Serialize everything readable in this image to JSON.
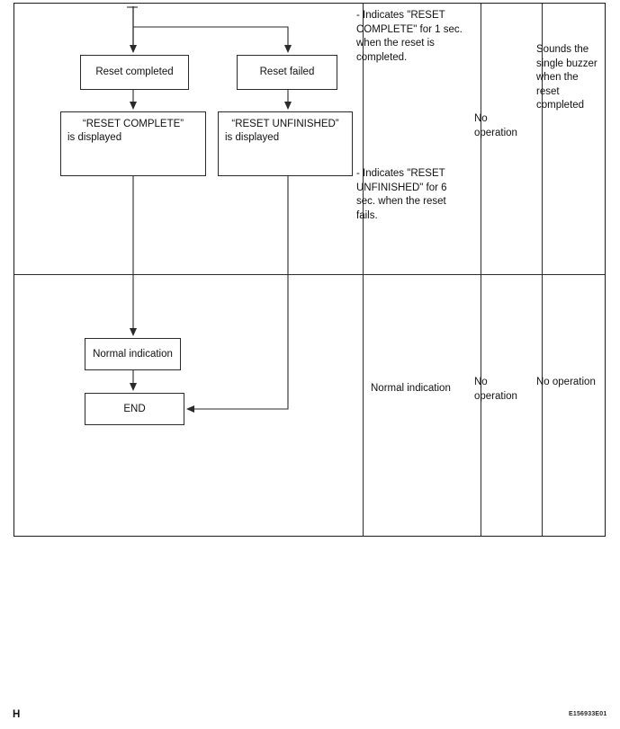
{
  "document": {
    "footer_left_marker": "H",
    "footer_code": "E156933E01"
  },
  "table": {
    "columns": [
      {
        "name": "flowchart",
        "label": ""
      },
      {
        "name": "display",
        "label": ""
      },
      {
        "name": "operation",
        "label": ""
      },
      {
        "name": "buzzer",
        "label": ""
      }
    ],
    "rows": [
      {
        "name": "reset-result-row",
        "display_primary": "- Indicates \"RESET COMPLETE\" for 1 sec. when the reset is completed.",
        "display_secondary": "- Indicates \"RESET UNFINISHED\" for 6 sec. when the reset fails.",
        "operation": "No operation",
        "buzzer": "Sounds the single buzzer when the reset completed"
      },
      {
        "name": "normal-indication-row",
        "display_primary": "Normal indication",
        "operation": "No operation",
        "buzzer": "No operation"
      }
    ]
  },
  "flowchart": {
    "nodes": [
      {
        "name": "reset-completed",
        "label": "Reset completed"
      },
      {
        "name": "reset-failed",
        "label": "Reset failed"
      },
      {
        "name": "reset-complete-displayed",
        "line1": "“RESET COMPLETE”",
        "line2": "is displayed"
      },
      {
        "name": "reset-unfinished-displayed",
        "line1": "“RESET UNFINISHED”",
        "line2": "is displayed"
      },
      {
        "name": "normal-indication",
        "label": "Normal indication"
      },
      {
        "name": "end",
        "label": "END"
      }
    ]
  },
  "colors": {
    "line": "#2a2a2a",
    "frame": "#1a1a1a",
    "text": "#111111",
    "background": "#ffffff"
  }
}
